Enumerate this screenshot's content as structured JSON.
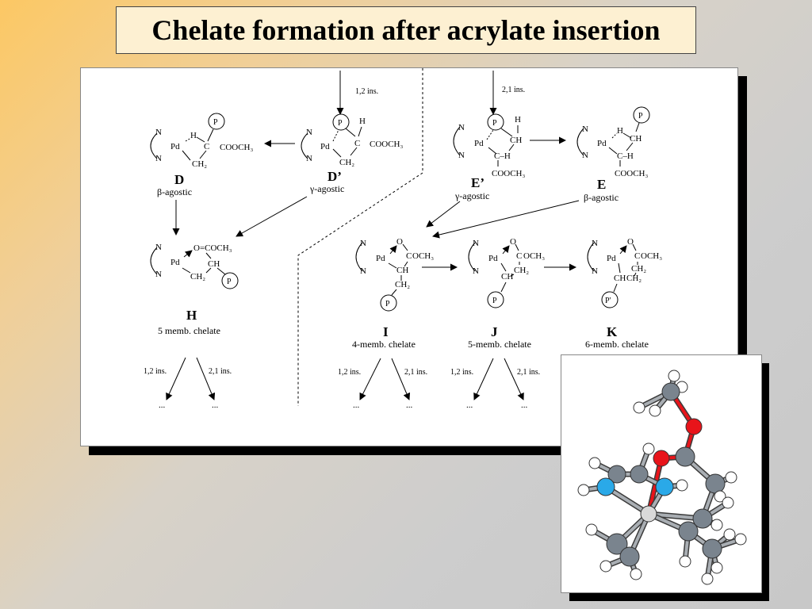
{
  "slide": {
    "title": "Chelate formation after acrylate insertion"
  },
  "scheme": {
    "arrows": {
      "ins_12": "1,2 ins.",
      "ins_21": "2,1 ins.",
      "ellipsis": "..."
    },
    "atoms": {
      "N": "N",
      "Pd": "Pd",
      "P": "P",
      "P_prime": "P'",
      "H": "H",
      "C": "C",
      "CH": "CH",
      "CH2": "CH₂",
      "O": "O",
      "COOCH3": "COOCH₃",
      "OCOCH3": "O=COCH₃",
      "OCH3_frag": "OCH₃",
      "C_dash_H": "C–H"
    },
    "intermediates": {
      "D": {
        "label": "D",
        "note": "β-agostic"
      },
      "D_prime": {
        "label": "D’",
        "note": "γ-agostic"
      },
      "E_prime": {
        "label": "E’",
        "note": "γ-agostic"
      },
      "E": {
        "label": "E",
        "note": "β-agostic"
      },
      "H": {
        "label": "H",
        "note": "5 memb. chelate"
      },
      "I": {
        "label": "I",
        "note": "4-memb. chelate"
      },
      "J": {
        "label": "J",
        "note": "5-memb. chelate"
      },
      "K": {
        "label": "K",
        "note": "6-memb. chelate"
      }
    }
  },
  "model": {
    "atom_colors": {
      "carbon": "#7a848e",
      "hydrogen": "#ffffff",
      "oxygen": "#e8141a",
      "nitrogen": "#2aa9e8",
      "palladium": "#d9d9d9"
    }
  }
}
